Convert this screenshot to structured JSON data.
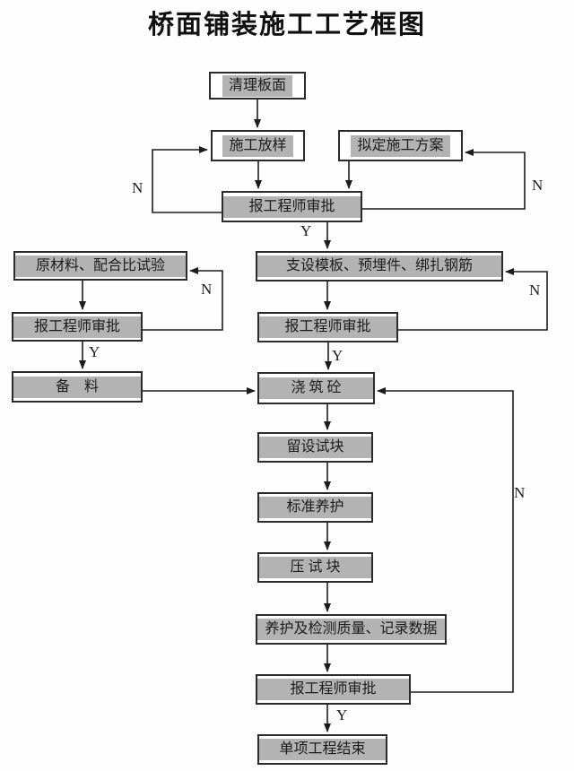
{
  "title": "桥面铺装施工工艺框图",
  "decision_labels": {
    "yes": "Y",
    "no": "N"
  },
  "nodes": {
    "clean_deck": {
      "label": "清理板面"
    },
    "setting_out": {
      "label": "施工放样"
    },
    "draft_plan": {
      "label": "拟定施工方案"
    },
    "approval_1": {
      "label": "报工程师审批"
    },
    "material_mix_test": {
      "label": "原材料、配合比试验"
    },
    "approval_2": {
      "label": "报工程师审批"
    },
    "prepare_material": {
      "label": "备　料"
    },
    "formwork_embeds_rebar": {
      "label": "支设模板、预埋件、绑扎钢筋"
    },
    "approval_3": {
      "label": "报工程师审批"
    },
    "pour_concrete": {
      "label": "浇 筑 砼"
    },
    "reserve_test_blocks": {
      "label": "留设试块"
    },
    "standard_curing": {
      "label": "标准养护"
    },
    "press_test_blocks": {
      "label": "压 试 块"
    },
    "curing_inspection": {
      "label": "养护及检测质量、记录数据"
    },
    "approval_4": {
      "label": "报工程师审批"
    },
    "project_finish": {
      "label": "单项工程结束"
    }
  },
  "edges": [
    {
      "from": "clean_deck",
      "to": "setting_out",
      "label": ""
    },
    {
      "from": "setting_out",
      "to": "approval_1",
      "label": ""
    },
    {
      "from": "draft_plan",
      "to": "approval_1",
      "label": ""
    },
    {
      "from": "approval_1",
      "to": "setting_out",
      "label": "N"
    },
    {
      "from": "approval_1",
      "to": "draft_plan",
      "label": "N"
    },
    {
      "from": "approval_1",
      "to": "formwork_embeds_rebar",
      "label": "Y"
    },
    {
      "from": "material_mix_test",
      "to": "approval_2",
      "label": ""
    },
    {
      "from": "approval_2",
      "to": "material_mix_test",
      "label": "N"
    },
    {
      "from": "approval_2",
      "to": "prepare_material",
      "label": "Y"
    },
    {
      "from": "prepare_material",
      "to": "pour_concrete",
      "label": ""
    },
    {
      "from": "formwork_embeds_rebar",
      "to": "approval_3",
      "label": ""
    },
    {
      "from": "approval_3",
      "to": "formwork_embeds_rebar",
      "label": "N"
    },
    {
      "from": "approval_3",
      "to": "pour_concrete",
      "label": "Y"
    },
    {
      "from": "pour_concrete",
      "to": "reserve_test_blocks",
      "label": ""
    },
    {
      "from": "reserve_test_blocks",
      "to": "standard_curing",
      "label": ""
    },
    {
      "from": "standard_curing",
      "to": "press_test_blocks",
      "label": ""
    },
    {
      "from": "press_test_blocks",
      "to": "curing_inspection",
      "label": ""
    },
    {
      "from": "curing_inspection",
      "to": "approval_4",
      "label": ""
    },
    {
      "from": "approval_4",
      "to": "pour_concrete",
      "label": "N"
    },
    {
      "from": "approval_4",
      "to": "project_finish",
      "label": "Y"
    }
  ]
}
